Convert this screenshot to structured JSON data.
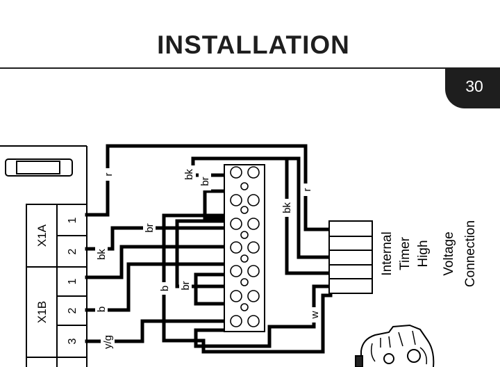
{
  "header": {
    "title": "INSTALLATION",
    "page_number": "30"
  },
  "diagram": {
    "terminal_blocks": {
      "x1a": {
        "label": "X1A",
        "pins": [
          "1",
          "2"
        ]
      },
      "x1b": {
        "label": "X1B",
        "pins": [
          "1",
          "2",
          "3"
        ]
      }
    },
    "wire_labels": {
      "r_top": "r",
      "bk_left": "bk",
      "b_left": "b",
      "yg_left": "y/g",
      "br_mid": "br",
      "b_mid": "b",
      "br_lower": "br",
      "bk_upper": "bk",
      "br_upper": "br",
      "bk_right": "bk",
      "r_right": "r",
      "w_bottom": "w"
    },
    "connector_caption": [
      "Internal",
      "Timer",
      "High",
      "Voltage",
      "Connection"
    ]
  }
}
